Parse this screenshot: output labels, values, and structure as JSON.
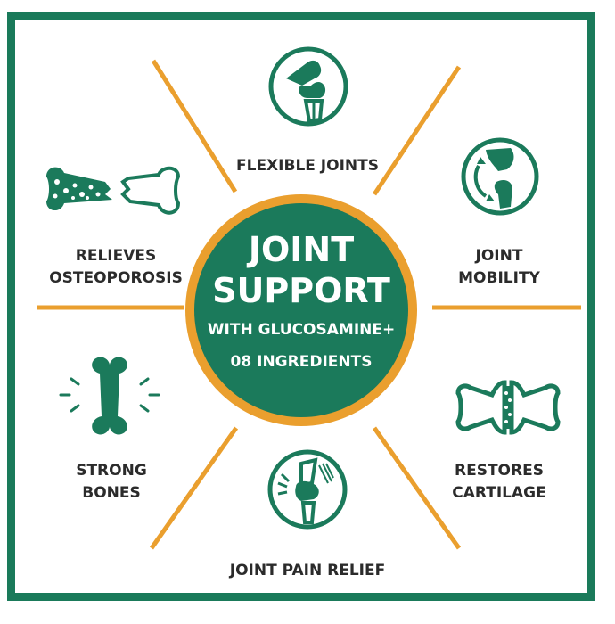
{
  "colors": {
    "green": "#1b7a5b",
    "orange": "#ea9f2e",
    "text": "#2b2b2b"
  },
  "center": {
    "title_line1": "JOINT",
    "title_line2": "SUPPORT",
    "sub_line1": "WITH GLUCOSAMINE+",
    "sub_line2": "08 INGREDIENTS"
  },
  "benefits": [
    {
      "icon": "knee-joint-icon",
      "label_line1": "FLEXIBLE JOINTS"
    },
    {
      "icon": "joint-rotation-icon",
      "label_line1": "JOINT",
      "label_line2": "MOBILITY"
    },
    {
      "icon": "cartilage-joint-icon",
      "label_line1": "RESTORES",
      "label_line2": "CARTILAGE"
    },
    {
      "icon": "knee-pain-icon",
      "label_line1": "JOINT PAIN RELIEF"
    },
    {
      "icon": "bone-icon",
      "label_line1": "STRONG",
      "label_line2": "BONES"
    },
    {
      "icon": "broken-bone-icon",
      "label_line1": "RELIEVES",
      "label_line2": "OSTEOPOROSIS"
    }
  ]
}
